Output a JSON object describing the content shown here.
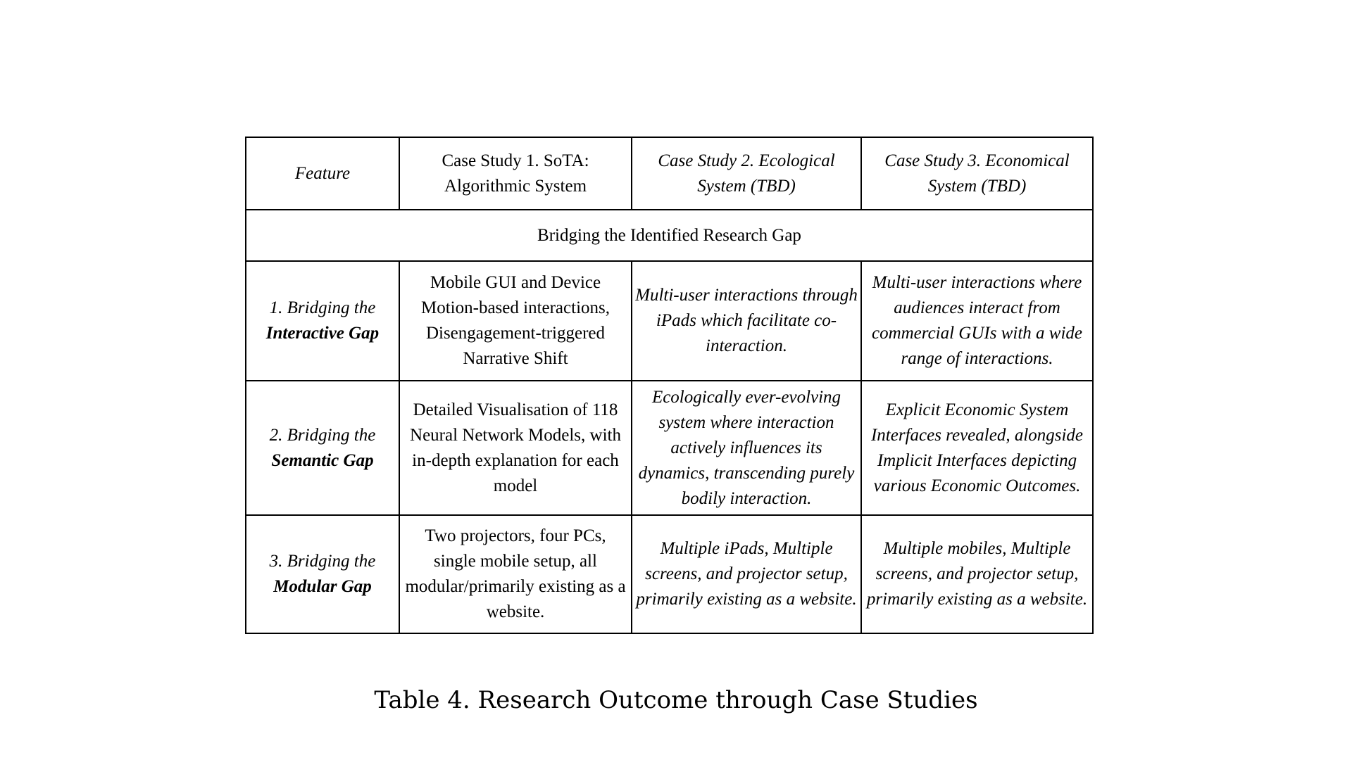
{
  "table": {
    "header": {
      "feature": "Feature",
      "case1": "Case Study 1. SoTA: Algorithmic System",
      "case2": "Case Study 2. Ecological System (TBD)",
      "case3": "Case Study 3. Economical System (TBD)"
    },
    "section_row": "Bridging the Identified Research Gap",
    "rows": [
      {
        "feature_prefix": "1. Bridging the",
        "feature_bold": "Interactive Gap",
        "case1": "Mobile GUI and Device Motion-based interactions, Disengagement-triggered Narrative Shift",
        "case2": "Multi-user interactions through iPads which facilitate co-interaction.",
        "case3": "Multi-user interactions where audiences interact from commercial GUIs with a wide range of interactions."
      },
      {
        "feature_prefix": "2. Bridging the",
        "feature_bold": "Semantic Gap",
        "case1": "Detailed Visualisation of 118 Neural Network Models, with in-depth explanation for each model",
        "case2": "Ecologically ever-evolving system where interaction actively influences its dynamics, transcending purely bodily interaction.",
        "case3": "Explicit Economic System Interfaces revealed, alongside Implicit Interfaces depicting various Economic Outcomes."
      },
      {
        "feature_prefix": "3. Bridging the",
        "feature_bold": "Modular Gap",
        "case1": "Two projectors, four PCs, single mobile setup, all modular/primarily existing as a website.",
        "case2": "Multiple iPads, Multiple screens, and projector setup, primarily existing as a website.",
        "case3": "Multiple mobiles, Multiple screens, and projector setup, primarily existing as a website."
      }
    ]
  },
  "caption": "Table 4. Research Outcome through Case Studies"
}
